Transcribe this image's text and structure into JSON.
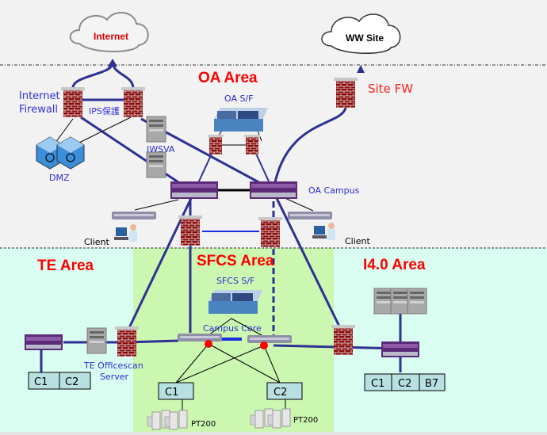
{
  "colors": {
    "area_title": "#ff0000",
    "node_label": "#2b2bd6",
    "link": "#2e3192",
    "oa_bg": "#f2f2f2",
    "te_bg": "#d9fdf0",
    "sfcs_bg": "#ccf7b0",
    "core_dot": "#ff0000"
  },
  "clouds": {
    "internet": "Internet",
    "ww_site": "WW Site"
  },
  "areas": {
    "oa": "OA Area",
    "te": "TE Area",
    "sfcs": "SFCS Area",
    "i40": "I4.0 Area"
  },
  "labels": {
    "internet_firewall_1": "Internet",
    "internet_firewall_2": "Firewall",
    "ips": "IPS保護",
    "dmz": "DMZ",
    "iwsva": "IWSVA",
    "oa_sf": "OA S/F",
    "oa_campus": "OA Campus",
    "site_fw": "Site FW",
    "client_left": "Client",
    "client_right": "Client",
    "sfcs_sf": "SFCS S/F",
    "campus_core": "Campus Core",
    "te_officescan_1": "TE Officescan",
    "te_officescan_2": "Server",
    "pt200_left": "PT200",
    "pt200_right": "PT200"
  },
  "te_boxes": [
    "C1",
    "C2"
  ],
  "sfcs_boxes": [
    "C1",
    "C2"
  ],
  "i40_boxes": [
    "C1",
    "C2",
    "B7"
  ],
  "icons": [
    "cloud-icon",
    "firewall-icon",
    "server-icon",
    "switch-icon",
    "vm-host-icon",
    "dmz-cube-icon",
    "client-pc-icon",
    "pc-icon"
  ]
}
